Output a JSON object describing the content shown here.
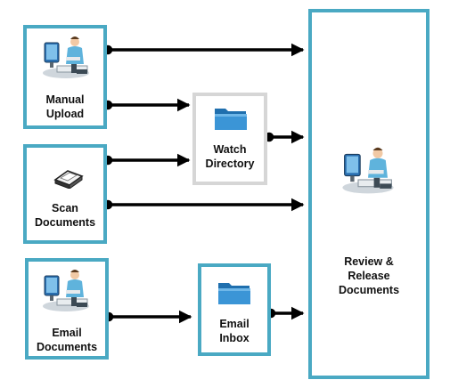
{
  "nodes": {
    "manual_upload": {
      "line1": "Manual",
      "line2": "Upload",
      "icon": "person-at-computer-icon"
    },
    "scan_documents": {
      "line1": "Scan",
      "line2": "Documents",
      "icon": "scanner-icon"
    },
    "email_documents": {
      "line1": "Email",
      "line2": "Documents",
      "icon": "person-at-computer-icon"
    },
    "watch_directory": {
      "line1": "Watch",
      "line2": "Directory",
      "icon": "folder-icon"
    },
    "email_inbox": {
      "line1": "Email",
      "line2": "Inbox",
      "icon": "folder-icon"
    },
    "review_release": {
      "line1": "Review &",
      "line2": "Release",
      "line3": "Documents",
      "icon": "person-at-computer-icon"
    }
  },
  "colors": {
    "teal_border": "#4aa9c3",
    "gray_border": "#d6d6d6",
    "arrow": "#000000",
    "folder": "#2f86c8"
  }
}
